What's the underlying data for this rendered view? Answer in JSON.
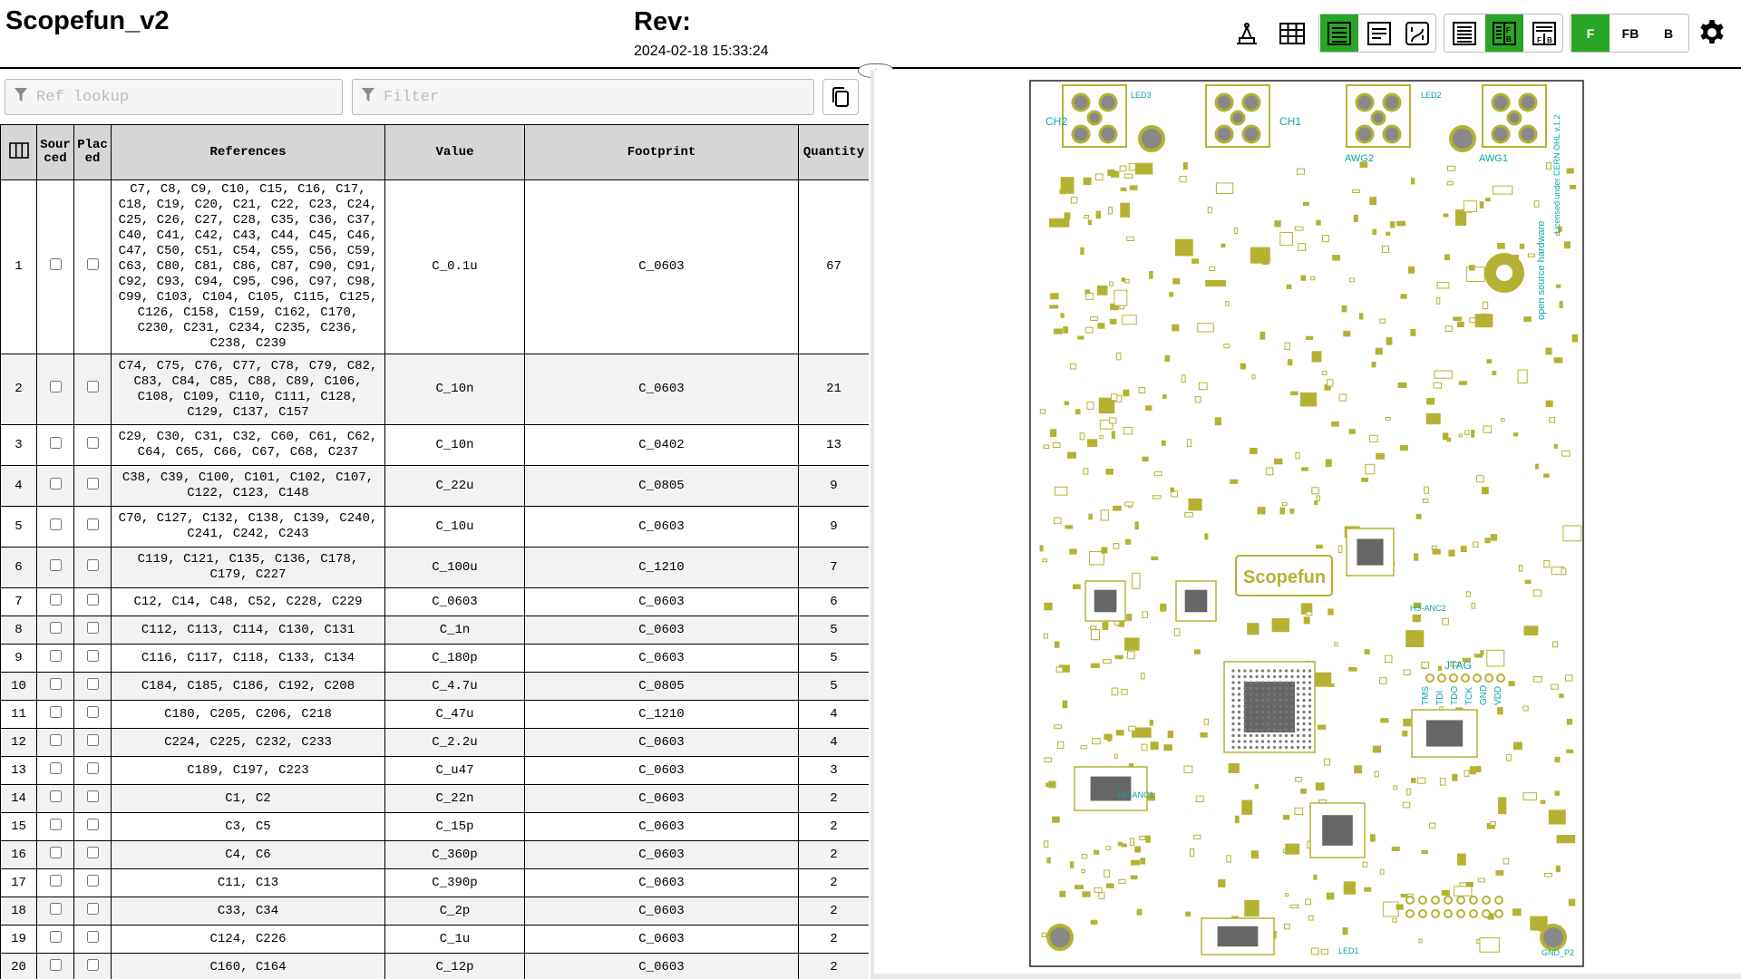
{
  "header": {
    "title": "Scopefun_v2",
    "rev_label": "Rev:",
    "timestamp": "2024-02-18 15:33:24"
  },
  "toolbar": {
    "icons": [
      "dark-mode-icon",
      "grid-icon",
      "bom-left-right-icon",
      "bom-top-bottom-icon",
      "nets-icon",
      "bom-only-icon",
      "bom-front-back-icon",
      "bom-fb-split-icon",
      "settings-icon"
    ],
    "layer_buttons": [
      "F",
      "FB",
      "B"
    ],
    "active_layer": "F",
    "accent_color": "#2aa527"
  },
  "search": {
    "ref_placeholder": "Ref lookup",
    "filter_placeholder": "Filter"
  },
  "table": {
    "headers": [
      "Sourced",
      "Placed",
      "References",
      "Value",
      "Footprint",
      "Quantity"
    ],
    "rows": [
      {
        "n": "1",
        "refs": "C7, C8, C9, C10, C15, C16, C17, C18, C19, C20, C21, C22, C23, C24, C25, C26, C27, C28, C35, C36, C37, C40, C41, C42, C43, C44, C45, C46, C47, C50, C51, C54, C55, C56, C59, C63, C80, C81, C86, C87, C90, C91, C92, C93, C94, C95, C96, C97, C98, C99, C103, C104, C105, C115, C125, C126, C158, C159, C162, C170, C230, C231, C234, C235, C236, C238, C239",
        "value": "C_0.1u",
        "fp": "C_0603",
        "qty": "67"
      },
      {
        "n": "2",
        "refs": "C74, C75, C76, C77, C78, C79, C82, C83, C84, C85, C88, C89, C106, C108, C109, C110, C111, C128, C129, C137, C157",
        "value": "C_10n",
        "fp": "C_0603",
        "qty": "21"
      },
      {
        "n": "3",
        "refs": "C29, C30, C31, C32, C60, C61, C62, C64, C65, C66, C67, C68, C237",
        "value": "C_10n",
        "fp": "C_0402",
        "qty": "13"
      },
      {
        "n": "4",
        "refs": "C38, C39, C100, C101, C102, C107, C122, C123, C148",
        "value": "C_22u",
        "fp": "C_0805",
        "qty": "9"
      },
      {
        "n": "5",
        "refs": "C70, C127, C132, C138, C139, C240, C241, C242, C243",
        "value": "C_10u",
        "fp": "C_0603",
        "qty": "9"
      },
      {
        "n": "6",
        "refs": "C119, C121, C135, C136, C178, C179, C227",
        "value": "C_100u",
        "fp": "C_1210",
        "qty": "7"
      },
      {
        "n": "7",
        "refs": "C12, C14, C48, C52, C228, C229",
        "value": "C_0603",
        "fp": "C_0603",
        "qty": "6"
      },
      {
        "n": "8",
        "refs": "C112, C113, C114, C130, C131",
        "value": "C_1n",
        "fp": "C_0603",
        "qty": "5"
      },
      {
        "n": "9",
        "refs": "C116, C117, C118, C133, C134",
        "value": "C_180p",
        "fp": "C_0603",
        "qty": "5"
      },
      {
        "n": "10",
        "refs": "C184, C185, C186, C192, C208",
        "value": "C_4.7u",
        "fp": "C_0805",
        "qty": "5"
      },
      {
        "n": "11",
        "refs": "C180, C205, C206, C218",
        "value": "C_47u",
        "fp": "C_1210",
        "qty": "4"
      },
      {
        "n": "12",
        "refs": "C224, C225, C232, C233",
        "value": "C_2.2u",
        "fp": "C_0603",
        "qty": "4"
      },
      {
        "n": "13",
        "refs": "C189, C197, C223",
        "value": "C_u47",
        "fp": "C_0603",
        "qty": "3"
      },
      {
        "n": "14",
        "refs": "C1, C2",
        "value": "C_22n",
        "fp": "C_0603",
        "qty": "2"
      },
      {
        "n": "15",
        "refs": "C3, C5",
        "value": "C_15p",
        "fp": "C_0603",
        "qty": "2"
      },
      {
        "n": "16",
        "refs": "C4, C6",
        "value": "C_360p",
        "fp": "C_0603",
        "qty": "2"
      },
      {
        "n": "17",
        "refs": "C11, C13",
        "value": "C_390p",
        "fp": "C_0603",
        "qty": "2"
      },
      {
        "n": "18",
        "refs": "C33, C34",
        "value": "C_2p",
        "fp": "C_0603",
        "qty": "2"
      },
      {
        "n": "19",
        "refs": "C124, C226",
        "value": "C_1u",
        "fp": "C_0603",
        "qty": "2"
      },
      {
        "n": "20",
        "refs": "C160, C164",
        "value": "C_12p",
        "fp": "C_0603",
        "qty": "2"
      }
    ]
  },
  "board": {
    "silk_labels": [
      "CH2",
      "CH1",
      "AWG2",
      "AWG1",
      "LED3",
      "LED2",
      "LED1",
      "JTAG",
      "TMS",
      "TDI",
      "TDO",
      "TCK",
      "GND",
      "VDD",
      "HS-ANC1",
      "HS-ANC2",
      "GND_P2",
      "open source hardware",
      "Licensed under CERN OHL v.1.2"
    ],
    "logo_text": "Scopefun",
    "pcb_color": "#b5b233",
    "silk_color": "#0aa6a6"
  }
}
